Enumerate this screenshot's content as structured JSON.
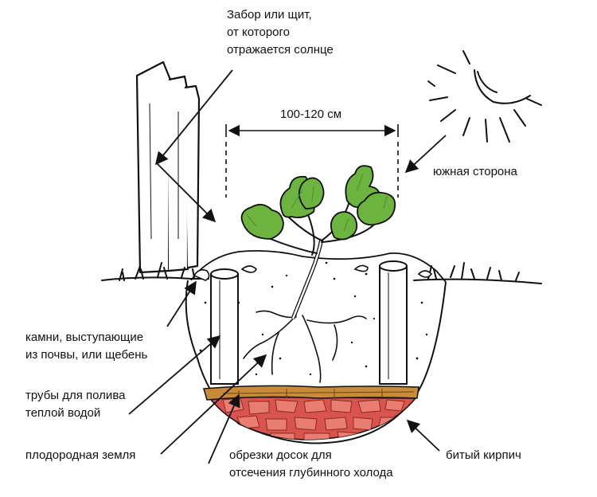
{
  "labels": {
    "fence": [
      "Забор или щит,",
      "от которого",
      "отражается солнце"
    ],
    "width": "100-120 см",
    "south": "южная сторона",
    "stones": [
      "камни, выступающие",
      "из почвы, или щебень"
    ],
    "pipes": [
      "трубы для полива",
      "теплой водой"
    ],
    "soil": "плодородная земля",
    "boards": [
      "обрезки досок для",
      "отсечения глубинного холода"
    ],
    "brick": "битый кирпич"
  },
  "colors": {
    "ink": "#111111",
    "leaf": "#6cb33f",
    "leaf_dark": "#4e8f2a",
    "brick": "#d9534f",
    "brick_light": "#ea7d72",
    "boards": "#c98a3a",
    "pipe": "#ffffff"
  },
  "icons": {
    "sun": "sun-icon",
    "plant": "plant-icon",
    "fence": "fence-icon"
  }
}
